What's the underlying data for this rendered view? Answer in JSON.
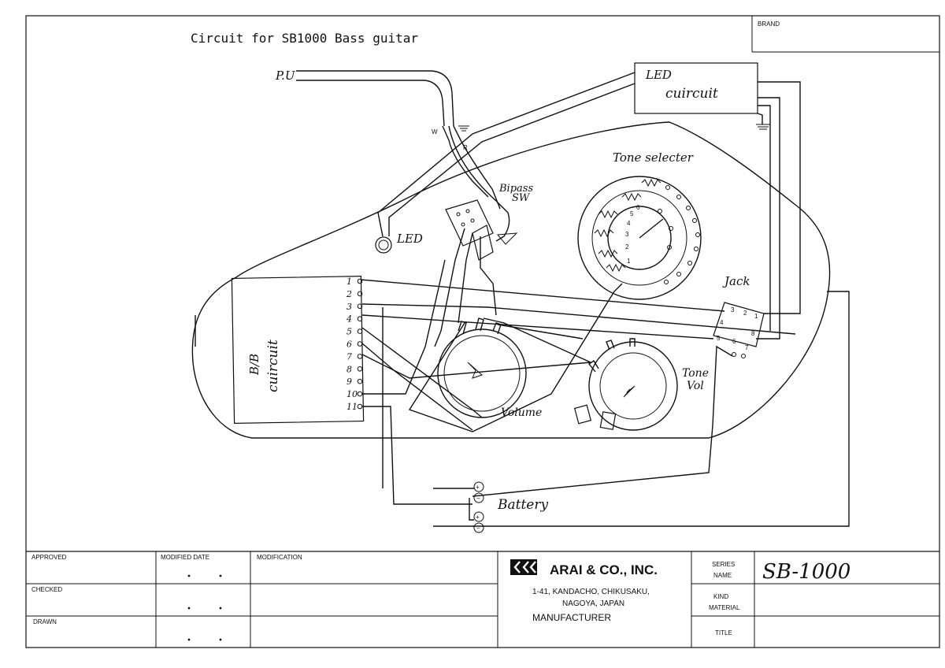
{
  "header": {
    "title": "Circuit for SB1000 Bass guitar",
    "brand_label": "BRAND"
  },
  "diagram": {
    "pickup_label": "P.U",
    "pickup_lead_w": "W",
    "pickup_lead_r": "R",
    "led_circuit_label_line1": "LED",
    "led_circuit_label_line2": "cuircuit",
    "tone_selector_label": "Tone selecter",
    "bypass_sw_label_line1": "Bipass",
    "bypass_sw_label_line2": "SW",
    "led_label": "LED",
    "bb_circuit_label_line1": "B/B",
    "bb_circuit_label_line2": "cuircuit",
    "bb_pins": [
      "1",
      "2",
      "3",
      "4",
      "5",
      "6",
      "7",
      "8",
      "9",
      "10",
      "11"
    ],
    "jack_label": "Jack",
    "jack_pins": [
      "3",
      "2",
      "1",
      "4",
      "8",
      "5",
      "6",
      "7"
    ],
    "volume_label": "Volume",
    "tone_vol_label_line1": "Tone",
    "tone_vol_label_line2": "Vol",
    "battery_label": "Battery",
    "selector_positions": [
      "1",
      "2",
      "3",
      "4",
      "5",
      "6"
    ]
  },
  "title_block": {
    "approved": "APPROVED",
    "modified_date": "MODIFIED DATE",
    "modification": "MODIFICATION",
    "checked": "CHECKED",
    "drawn": "DRAWN",
    "company": "ARAI & CO., INC.",
    "address_line1": "1-41, KANDACHO, CHIKUSAKU,",
    "address_line2": "NAGOYA, JAPAN",
    "manufacturer": "MANUFACTURER",
    "series": "SERIES",
    "name": "NAME",
    "series_value": "SB-1000",
    "kind": "KIND",
    "material": "MATERIAL",
    "title_label": "TITLE"
  }
}
